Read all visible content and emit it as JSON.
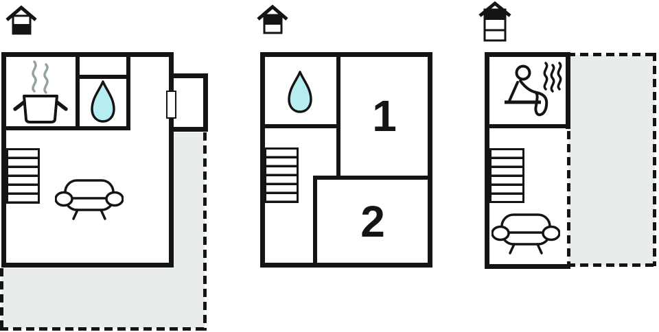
{
  "palette": {
    "wall": "#141414",
    "outdoor_fill": "#e8edeb",
    "water_drop_fill": "#b5edf3",
    "kitchen_steam": "#97a1a0",
    "background": "#ffffff"
  },
  "floors": [
    {
      "indicator_icon": "house-level-ground-icon",
      "features": [
        "cooking-pot-icon",
        "water-drop-icon",
        "entrance-door",
        "stairs-icon",
        "sofa-icon"
      ],
      "outdoor_area": "terrace-dashed-outline",
      "rooms": []
    },
    {
      "indicator_icon": "house-level-middle-icon",
      "features": [
        "water-drop-icon",
        "stairs-icon"
      ],
      "rooms": [
        {
          "label": "1"
        },
        {
          "label": "2"
        }
      ]
    },
    {
      "indicator_icon": "house-level-top-icon",
      "features": [
        "sauna-icon",
        "stairs-icon",
        "sofa-icon"
      ],
      "outdoor_area": "balcony-dashed-outline",
      "rooms": []
    }
  ]
}
